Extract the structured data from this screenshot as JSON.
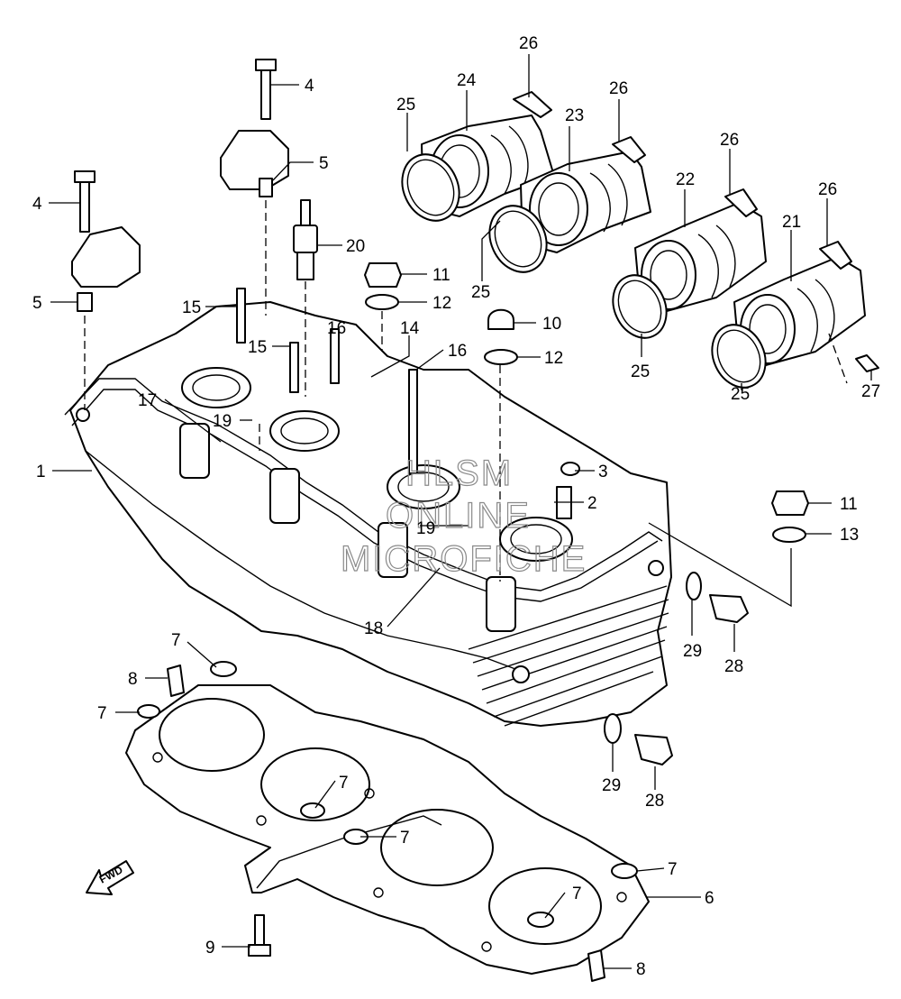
{
  "watermark": {
    "line1": "HLSM",
    "line2": "ONLINE",
    "line3": "MICROFICHE"
  },
  "direction_badge": "FWD",
  "callouts": [
    {
      "id": "c1",
      "label": "1"
    },
    {
      "id": "c2",
      "label": "2"
    },
    {
      "id": "c3",
      "label": "3"
    },
    {
      "id": "c4a",
      "label": "4"
    },
    {
      "id": "c4b",
      "label": "4"
    },
    {
      "id": "c5a",
      "label": "5"
    },
    {
      "id": "c5b",
      "label": "5"
    },
    {
      "id": "c6",
      "label": "6"
    },
    {
      "id": "c7a",
      "label": "7"
    },
    {
      "id": "c7b",
      "label": "7"
    },
    {
      "id": "c7c",
      "label": "7"
    },
    {
      "id": "c7d",
      "label": "7"
    },
    {
      "id": "c7e",
      "label": "7"
    },
    {
      "id": "c7f",
      "label": "7"
    },
    {
      "id": "c8a",
      "label": "8"
    },
    {
      "id": "c8b",
      "label": "8"
    },
    {
      "id": "c9",
      "label": "9"
    },
    {
      "id": "c10",
      "label": "10"
    },
    {
      "id": "c11a",
      "label": "11"
    },
    {
      "id": "c11b",
      "label": "11"
    },
    {
      "id": "c12a",
      "label": "12"
    },
    {
      "id": "c12b",
      "label": "12"
    },
    {
      "id": "c13",
      "label": "13"
    },
    {
      "id": "c14",
      "label": "14"
    },
    {
      "id": "c15a",
      "label": "15"
    },
    {
      "id": "c15b",
      "label": "15"
    },
    {
      "id": "c16a",
      "label": "16"
    },
    {
      "id": "c16b",
      "label": "16"
    },
    {
      "id": "c17",
      "label": "17"
    },
    {
      "id": "c18",
      "label": "18"
    },
    {
      "id": "c19a",
      "label": "19"
    },
    {
      "id": "c19b",
      "label": "19"
    },
    {
      "id": "c20",
      "label": "20"
    },
    {
      "id": "c21",
      "label": "21"
    },
    {
      "id": "c22",
      "label": "22"
    },
    {
      "id": "c23",
      "label": "23"
    },
    {
      "id": "c24",
      "label": "24"
    },
    {
      "id": "c25a",
      "label": "25"
    },
    {
      "id": "c25b",
      "label": "25"
    },
    {
      "id": "c25c",
      "label": "25"
    },
    {
      "id": "c25d",
      "label": "25"
    },
    {
      "id": "c26a",
      "label": "26"
    },
    {
      "id": "c26b",
      "label": "26"
    },
    {
      "id": "c26c",
      "label": "26"
    },
    {
      "id": "c26d",
      "label": "26"
    },
    {
      "id": "c27",
      "label": "27"
    },
    {
      "id": "c28a",
      "label": "28"
    },
    {
      "id": "c28b",
      "label": "28"
    },
    {
      "id": "c29a",
      "label": "29"
    },
    {
      "id": "c29b",
      "label": "29"
    }
  ]
}
